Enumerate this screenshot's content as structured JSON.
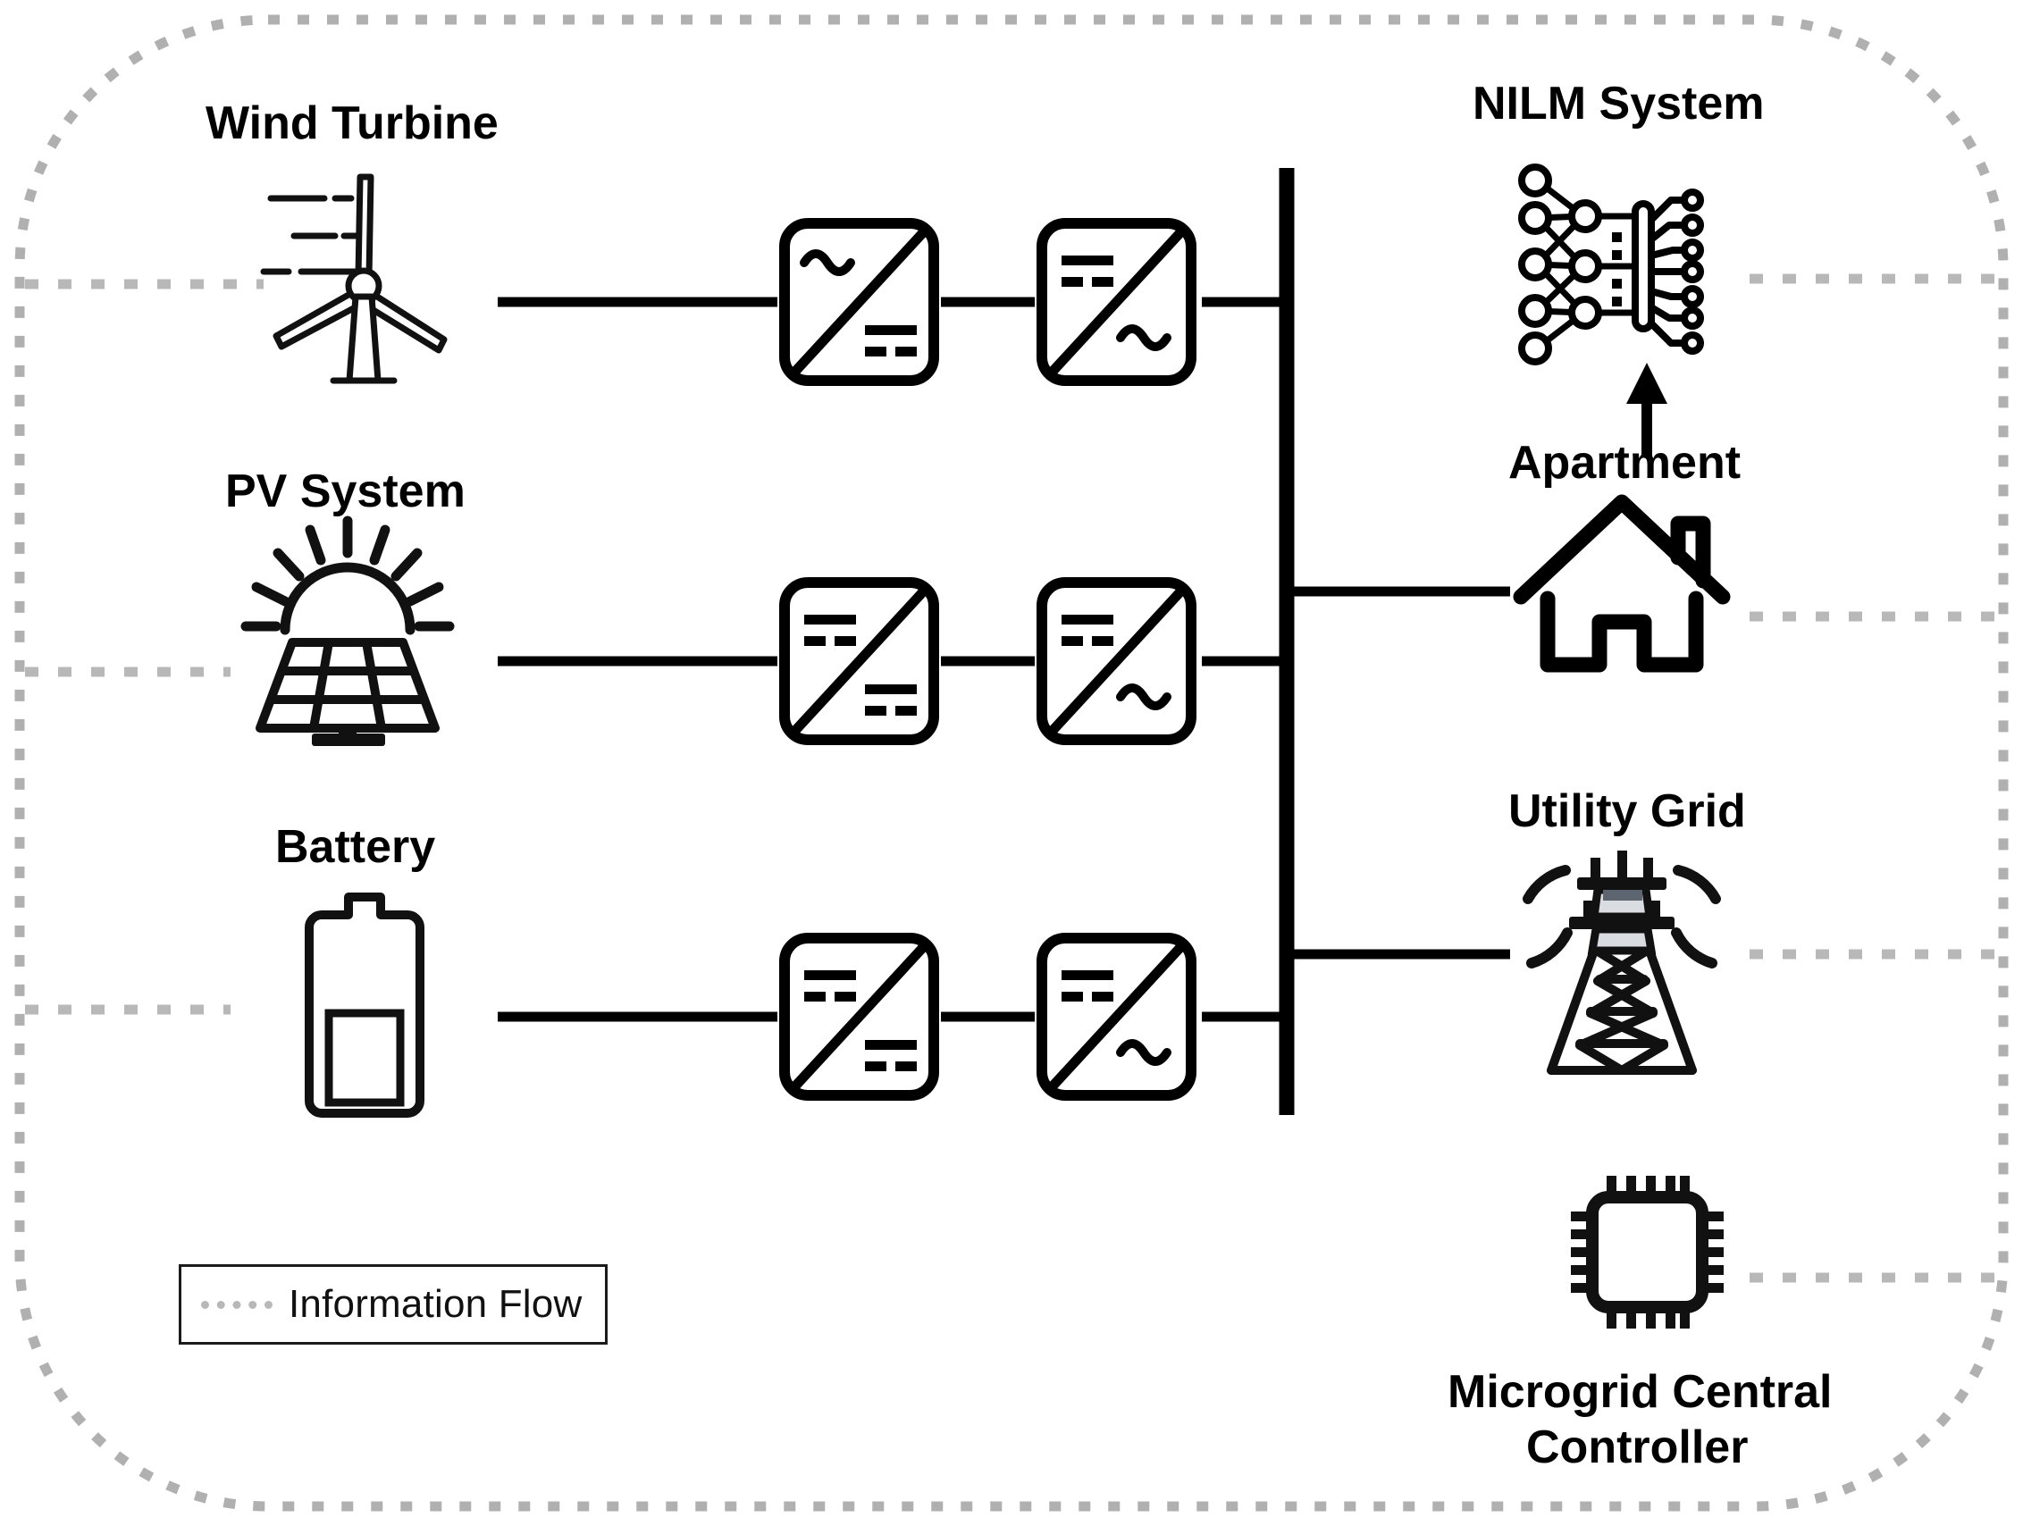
{
  "diagram": {
    "title_present": false,
    "colors": {
      "line": "#000000",
      "info_flow": "#b8b8b8",
      "boundary": "#b0b0b0",
      "legend_border": "#1b1b1b",
      "insulator_light": "#d9dde2",
      "insulator_dark": "#5d6670"
    }
  },
  "sources": [
    {
      "id": "wind",
      "label": "Wind Turbine",
      "icon": "wind-turbine-icon",
      "converters": [
        {
          "name": "ac-dc-converter",
          "top": "ac",
          "bottom": "dc"
        },
        {
          "name": "dc-ac-inverter",
          "top": "dc",
          "bottom": "ac"
        }
      ]
    },
    {
      "id": "pv",
      "label": "PV System",
      "icon": "solar-panel-icon",
      "converters": [
        {
          "name": "dc-dc-converter",
          "top": "dc",
          "bottom": "dc"
        },
        {
          "name": "dc-ac-inverter",
          "top": "dc",
          "bottom": "ac"
        }
      ]
    },
    {
      "id": "battery",
      "label": "Battery",
      "icon": "battery-icon",
      "converters": [
        {
          "name": "dc-dc-converter",
          "top": "dc",
          "bottom": "dc"
        },
        {
          "name": "dc-ac-inverter",
          "top": "dc",
          "bottom": "ac"
        }
      ]
    }
  ],
  "loads": [
    {
      "id": "nilm",
      "label": "NILM System",
      "icon": "neural-network-icon"
    },
    {
      "id": "apartment",
      "label": "Apartment",
      "icon": "house-icon"
    },
    {
      "id": "grid",
      "label": "Utility Grid",
      "icon": "transmission-tower-icon"
    }
  ],
  "controller": {
    "label_line1": "Microgrid Central",
    "label_line2": "Controller",
    "icon": "cpu-chip-icon"
  },
  "legend": {
    "label": "Information Flow",
    "line_style": "dotted"
  },
  "bus": {
    "name": "ac-busbar"
  }
}
